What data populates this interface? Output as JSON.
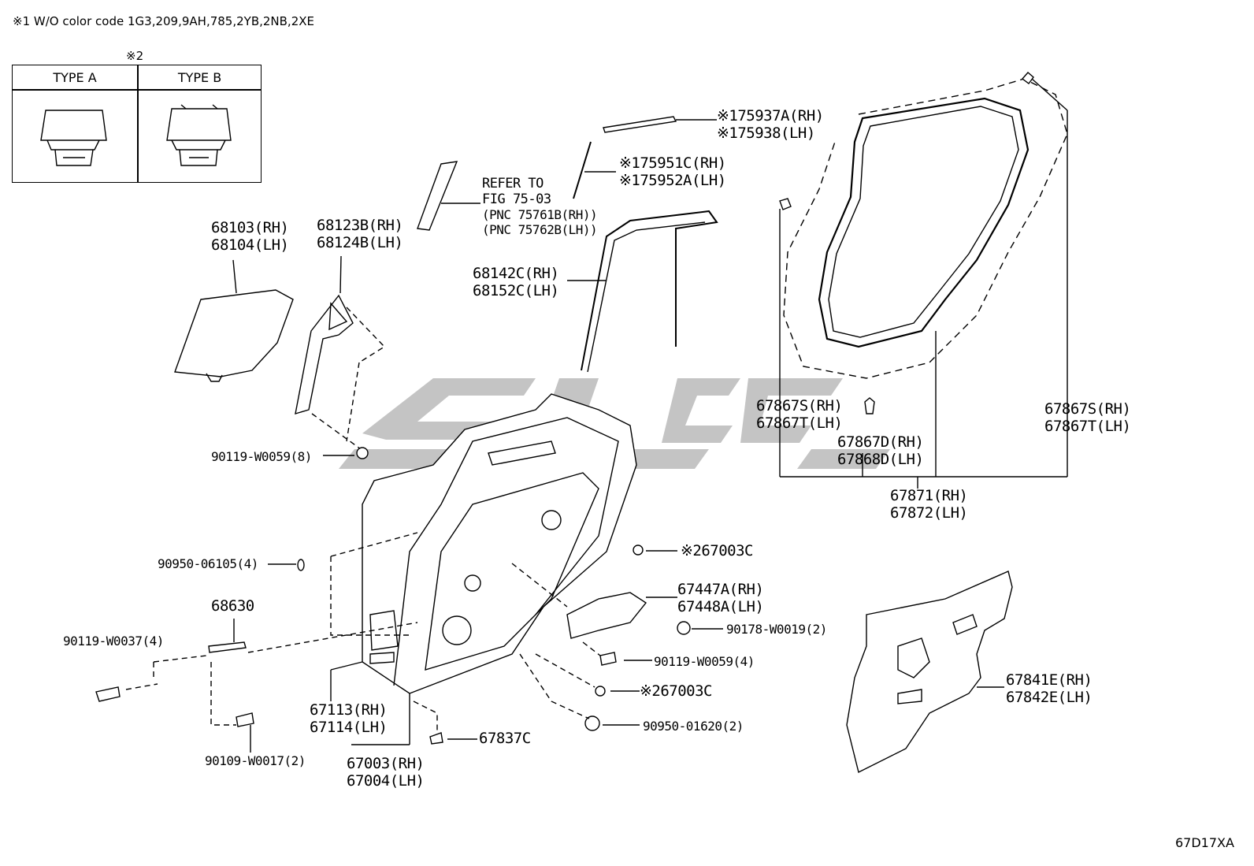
{
  "header_note": "※1 W/O color code 1G3,209,9AH,785,2YB,2NB,2XE",
  "type_table": {
    "note_mark": "※2",
    "col_a": "TYPE A",
    "col_b": "TYPE B"
  },
  "labels": {
    "p68103": "68103(RH)\n68104(LH)",
    "p68123b": "68123B(RH)\n68124B(LH)",
    "p75937": "※175937A(RH)\n※175938(LH)",
    "p75951": "※175951C(RH)\n※175952A(LH)",
    "refer": "REFER TO\nFIG 75-03",
    "refer_pnc": "(PNC 75761B(RH))\n(PNC 75762B(LH))",
    "p68142": "68142C(RH)\n68152C(LH)",
    "p90119_8": "90119-W0059(8)",
    "p67867s_left": "67867S(RH)\n67867T(LH)",
    "p67867s_right": "67867S(RH)\n67867T(LH)",
    "p67867d": "67867D(RH)\n67868D(LH)",
    "p67871": "67871(RH)\n67872(LH)",
    "p67003c_top": "※267003C",
    "p90950_06105": "90950-06105(4)",
    "p67447": "67447A(RH)\n67448A(LH)",
    "p68630": "68630",
    "p90178": "90178-W0019(2)",
    "p90119_37": "90119-W0037(4)",
    "p90119_4": "90119-W0059(4)",
    "p67003c_bot": "※267003C",
    "p67841": "67841E(RH)\n67842E(LH)",
    "p67113": "67113(RH)\n67114(LH)",
    "p90950_01620": "90950-01620(2)",
    "p67837c": "67837C",
    "p90109": "90109-W0017(2)",
    "p67003": "67003(RH)\n67004(LH)"
  },
  "drawing_code": "67D17XA"
}
